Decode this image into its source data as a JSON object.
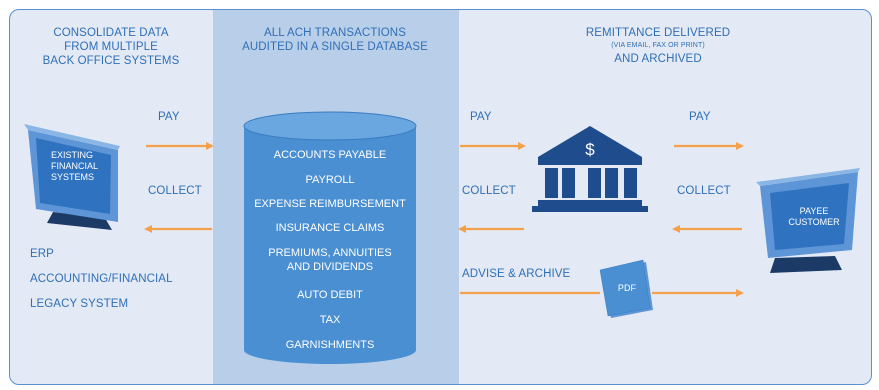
{
  "left_header": [
    "CONSOLIDATE DATA",
    "FROM MULTIPLE",
    "BACK OFFICE SYSTEMS"
  ],
  "center_header": [
    "ALL ACH TRANSACTIONS",
    "AUDITED IN A SINGLE DATABASE"
  ],
  "right_header": {
    "line1": "REMITTANCE DELIVERED",
    "line2": "(VIA EMAIL, FAX OR PRINT)",
    "line3": "AND ARCHIVED"
  },
  "left_monitor_label": [
    "EXISTING",
    "FINANCIAL",
    "SYSTEMS"
  ],
  "right_monitor_label": [
    "PAYEE",
    "CUSTOMER"
  ],
  "left_list": [
    "ERP",
    "ACCOUNTING/FINANCIAL",
    "LEGACY SYSTEM"
  ],
  "flow_labels": {
    "pay_left": "PAY",
    "collect_left": "COLLECT",
    "pay_mid": "PAY",
    "collect_mid": "COLLECT",
    "pay_right": "PAY",
    "collect_right": "COLLECT",
    "advise_archive": "ADVISE & ARCHIVE"
  },
  "database_items": [
    "ACCOUNTS PAYABLE",
    "PAYROLL",
    "EXPENSE REIMBURSEMENT",
    "INSURANCE CLAIMS",
    "PREMIUMS, ANNUITIES",
    "AND DIVIDENDS",
    "AUTO DEBIT",
    "TAX",
    "GARNISHMENTS"
  ],
  "bank_symbol": "$",
  "pdf_label": "PDF",
  "colors": {
    "panel_bg": "#e3eaf5",
    "center_band": "#b9cfe9",
    "text_blue": "#2f6fb6",
    "arrow_orange": "#f5a04a",
    "database_blue": "#4a8fd1",
    "bank_navy": "#1f4c8c"
  },
  "icons": [
    "monitor-icon",
    "bank-icon",
    "pdf-document-icon",
    "database-icon"
  ]
}
